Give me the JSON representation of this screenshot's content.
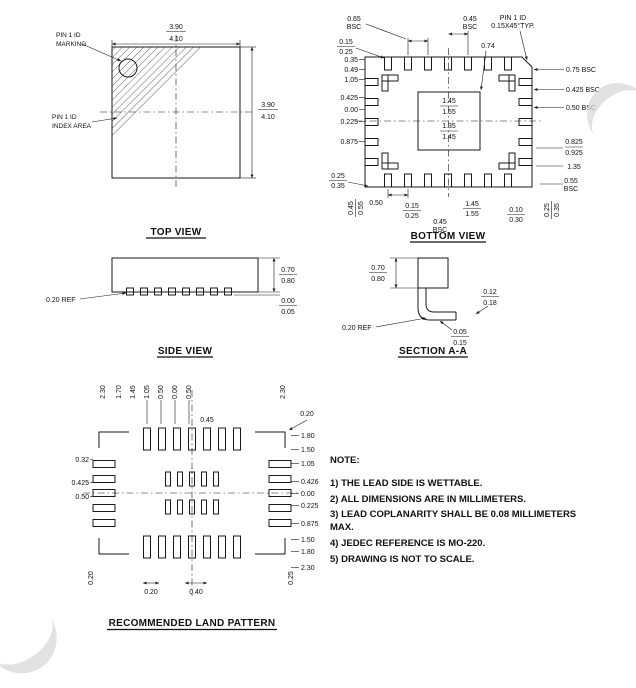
{
  "top_view": {
    "title": "TOP VIEW",
    "pin1_marking_label": [
      "PIN 1 ID",
      "MARKING"
    ],
    "pin1_index_label": [
      "PIN 1 ID",
      "INDEX AREA"
    ],
    "width": [
      "3.90",
      "4.10"
    ],
    "height": [
      "3.90",
      "4.10"
    ]
  },
  "bottom_view": {
    "title": "BOTTOM VIEW",
    "pin1_label": [
      "PIN 1 ID",
      "0.15X45°TYP."
    ],
    "pitch": [
      "0.65",
      "BSC"
    ],
    "lead_width": [
      "0.15",
      "0.25"
    ],
    "center_offset": [
      "0.45",
      "BSC"
    ],
    "dim_074": "0.74",
    "left_col": [
      "0.35",
      "0.49",
      "1.05",
      "0.425",
      "0.00",
      "0.225",
      "0.875"
    ],
    "pad_width": [
      "1.45",
      "1.55"
    ],
    "pad_height": [
      "1.35",
      "1.45"
    ],
    "right_col": [
      "0.75 BSC",
      "0.425 BSC",
      "0.50 BSC"
    ],
    "right_pair": [
      "0.825",
      "0.925"
    ],
    "dim_135": "1.35",
    "right_bsc": [
      "0.55",
      "BSC"
    ],
    "bl_pair": [
      "0.25",
      "0.35"
    ],
    "bl_rot_pair": [
      "0.45",
      "0.55"
    ],
    "dim_050": "0.50",
    "bottom_pair1": [
      "0.15",
      "0.25"
    ],
    "bottom_bsc": [
      "0.45",
      "BSC"
    ],
    "bottom_pad": [
      "1.45",
      "1.55"
    ],
    "bottom_pair2": [
      "0.10",
      "0.30"
    ],
    "br_rot_pair": [
      "0.25",
      "0.35"
    ]
  },
  "side_view": {
    "title": "SIDE VIEW",
    "dim_ref": "0.20 REF",
    "height_pair": [
      "0.70",
      "0.80"
    ],
    "standoff_pair": [
      "0.00",
      "0.05"
    ]
  },
  "section_aa": {
    "title": "SECTION A-A",
    "height_pair": [
      "0.70",
      "0.80"
    ],
    "lead_pair": [
      "0.12",
      "0.18"
    ],
    "dim_ref": "0.20 REF",
    "foot_pair": [
      "0.05",
      "0.15"
    ]
  },
  "land_pattern": {
    "title": "RECOMMENDED LAND PATTERN",
    "top_rotated": [
      "2.30",
      "1.70",
      "1.45",
      "1.05",
      "0.50",
      "0.00",
      "0.50"
    ],
    "top_right_rotated": "2.30",
    "dim_top_right": "0.20",
    "dim_center": "0.45",
    "left_col": [
      "0.32",
      "0.425",
      "0.50"
    ],
    "right_col": [
      "1.80",
      "1.50",
      "1.05",
      "0.426",
      "0.00",
      "0.225",
      "0.875",
      "1.50",
      "1.80",
      "2.30"
    ],
    "bottom_rot_left": "0.20",
    "dim_bottom_1": "0.20",
    "dim_bottom_2": "0.40",
    "bottom_rot_right": "0.25"
  },
  "notes": {
    "heading": "NOTE:",
    "items": [
      "1) THE LEAD SIDE IS WETTABLE.",
      "2) ALL DIMENSIONS ARE IN MILLIMETERS.",
      "3) LEAD COPLANARITY SHALL BE 0.08 MILLIMETERS MAX.",
      "4) JEDEC REFERENCE IS MO-220.",
      "5) DRAWING IS NOT TO SCALE."
    ]
  },
  "colors": {
    "line": "#1a1a1a",
    "text": "#111111",
    "watermark": "#d9d9d9"
  }
}
